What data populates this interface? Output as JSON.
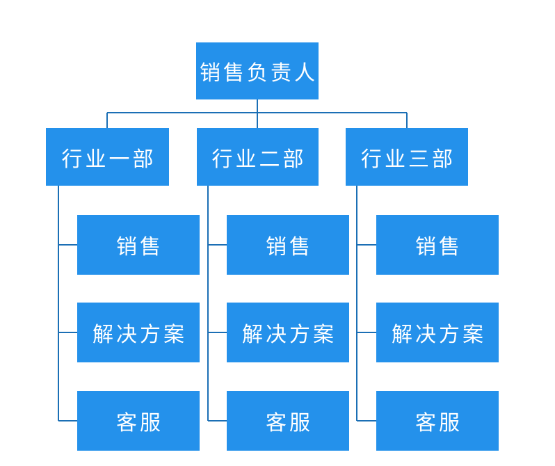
{
  "org_chart": {
    "root": {
      "label": "销售负责人"
    },
    "departments": [
      {
        "label": "行业一部",
        "children": [
          {
            "label": "销售"
          },
          {
            "label": "解决方案"
          },
          {
            "label": "客服"
          }
        ]
      },
      {
        "label": "行业二部",
        "children": [
          {
            "label": "销售"
          },
          {
            "label": "解决方案"
          },
          {
            "label": "客服"
          }
        ]
      },
      {
        "label": "行业三部",
        "children": [
          {
            "label": "销售"
          },
          {
            "label": "解决方案"
          },
          {
            "label": "客服"
          }
        ]
      }
    ],
    "colors": {
      "node_fill": "#2491EB",
      "node_text": "#FFFFFF",
      "connector": "#1B6FB5"
    }
  }
}
